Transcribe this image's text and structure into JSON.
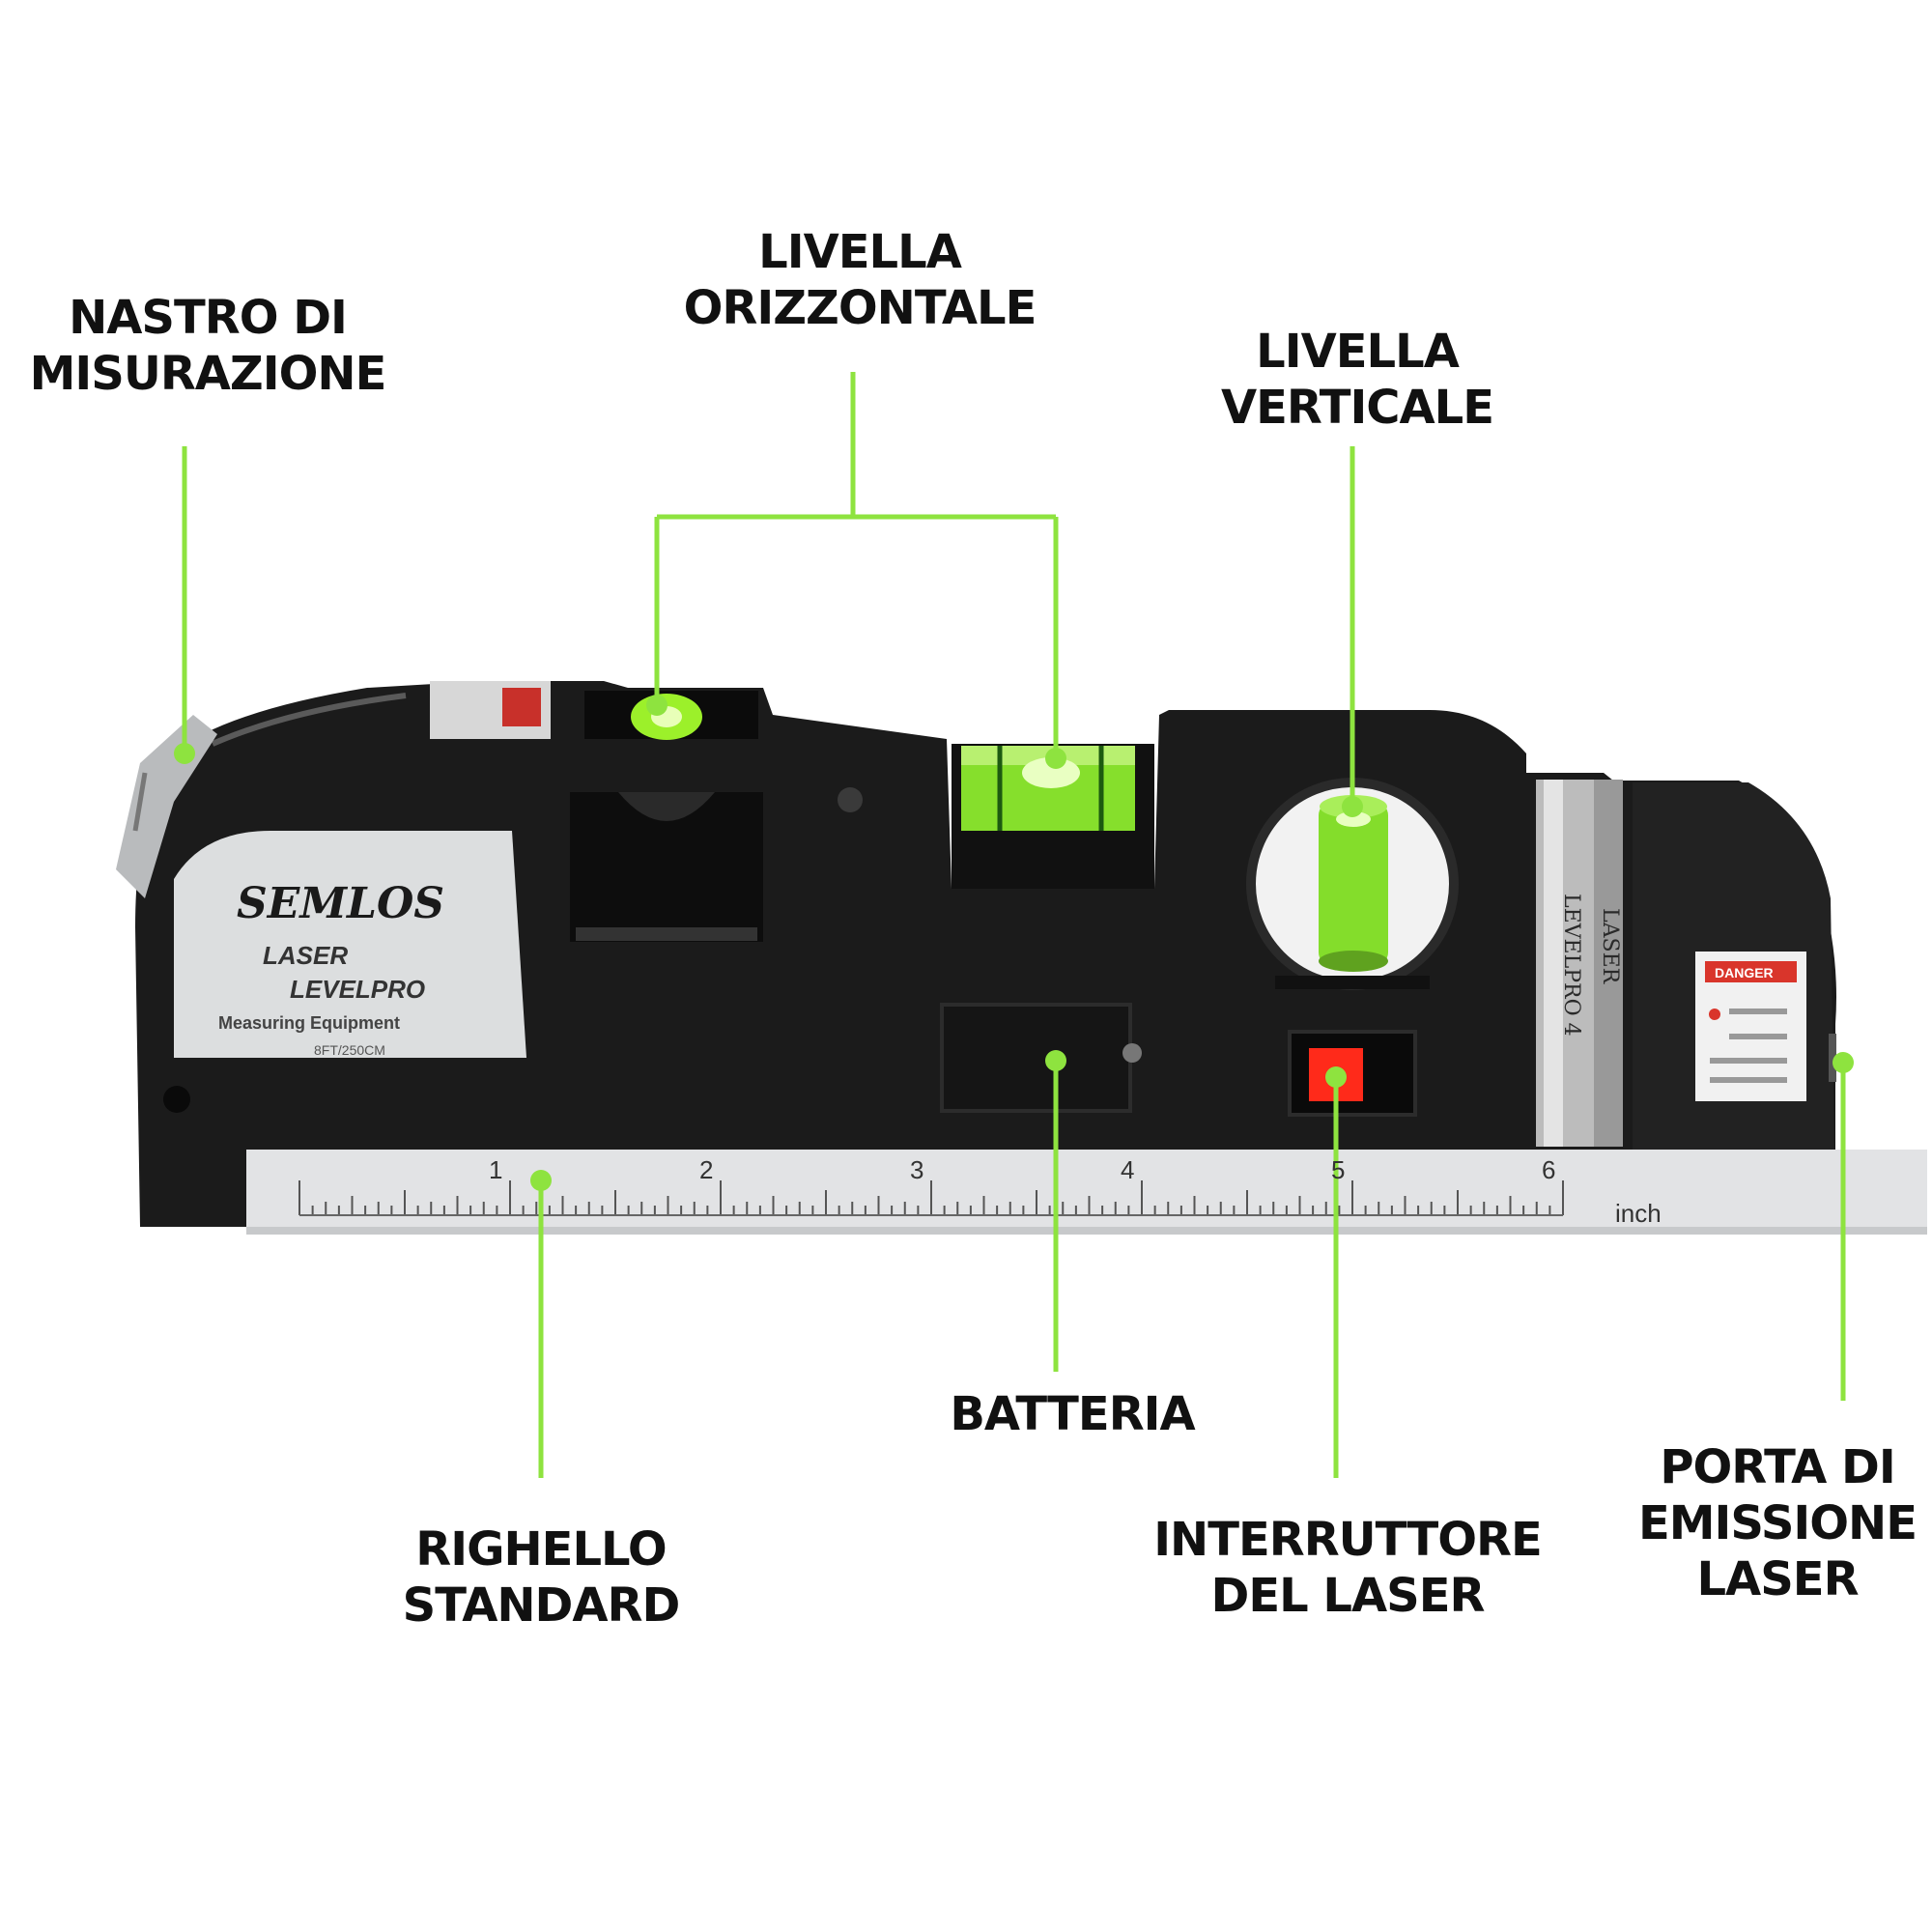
{
  "colors": {
    "callout": "#8ee33f",
    "body": "#1b1b1b",
    "bubble": "#9cf02a",
    "ruler": "#e2e3e5",
    "switch": "#ff2a1a"
  },
  "callouts": {
    "measuring_tape": {
      "line1": "NASTRO DI",
      "line2": "MISURAZIONE"
    },
    "horizontal_level": {
      "line1": "LIVELLA",
      "line2": "ORIZZONTALE"
    },
    "vertical_level": {
      "line1": "LIVELLA",
      "line2": "VERTICALE"
    },
    "battery": {
      "line1": "BATTERIA"
    },
    "standard_ruler": {
      "line1": "RIGHELLO",
      "line2": "STANDARD"
    },
    "laser_switch": {
      "line1": "INTERRUTTORE",
      "line2": "DEL LASER"
    },
    "laser_port": {
      "line1": "PORTA DI",
      "line2": "EMISSIONE",
      "line3": "LASER"
    }
  },
  "device": {
    "brand": "SEMLOS",
    "product_line1": "LASER",
    "product_line2": "LEVELPRO",
    "subtitle": "Measuring Equipment",
    "spec": "8FT/250CM",
    "side_text1": "LASER",
    "side_text2": "LEVELPRO 4",
    "warning": "DANGER"
  },
  "ruler": {
    "numbers": [
      "1",
      "2",
      "3",
      "4",
      "5",
      "6"
    ],
    "unit": "inch"
  }
}
